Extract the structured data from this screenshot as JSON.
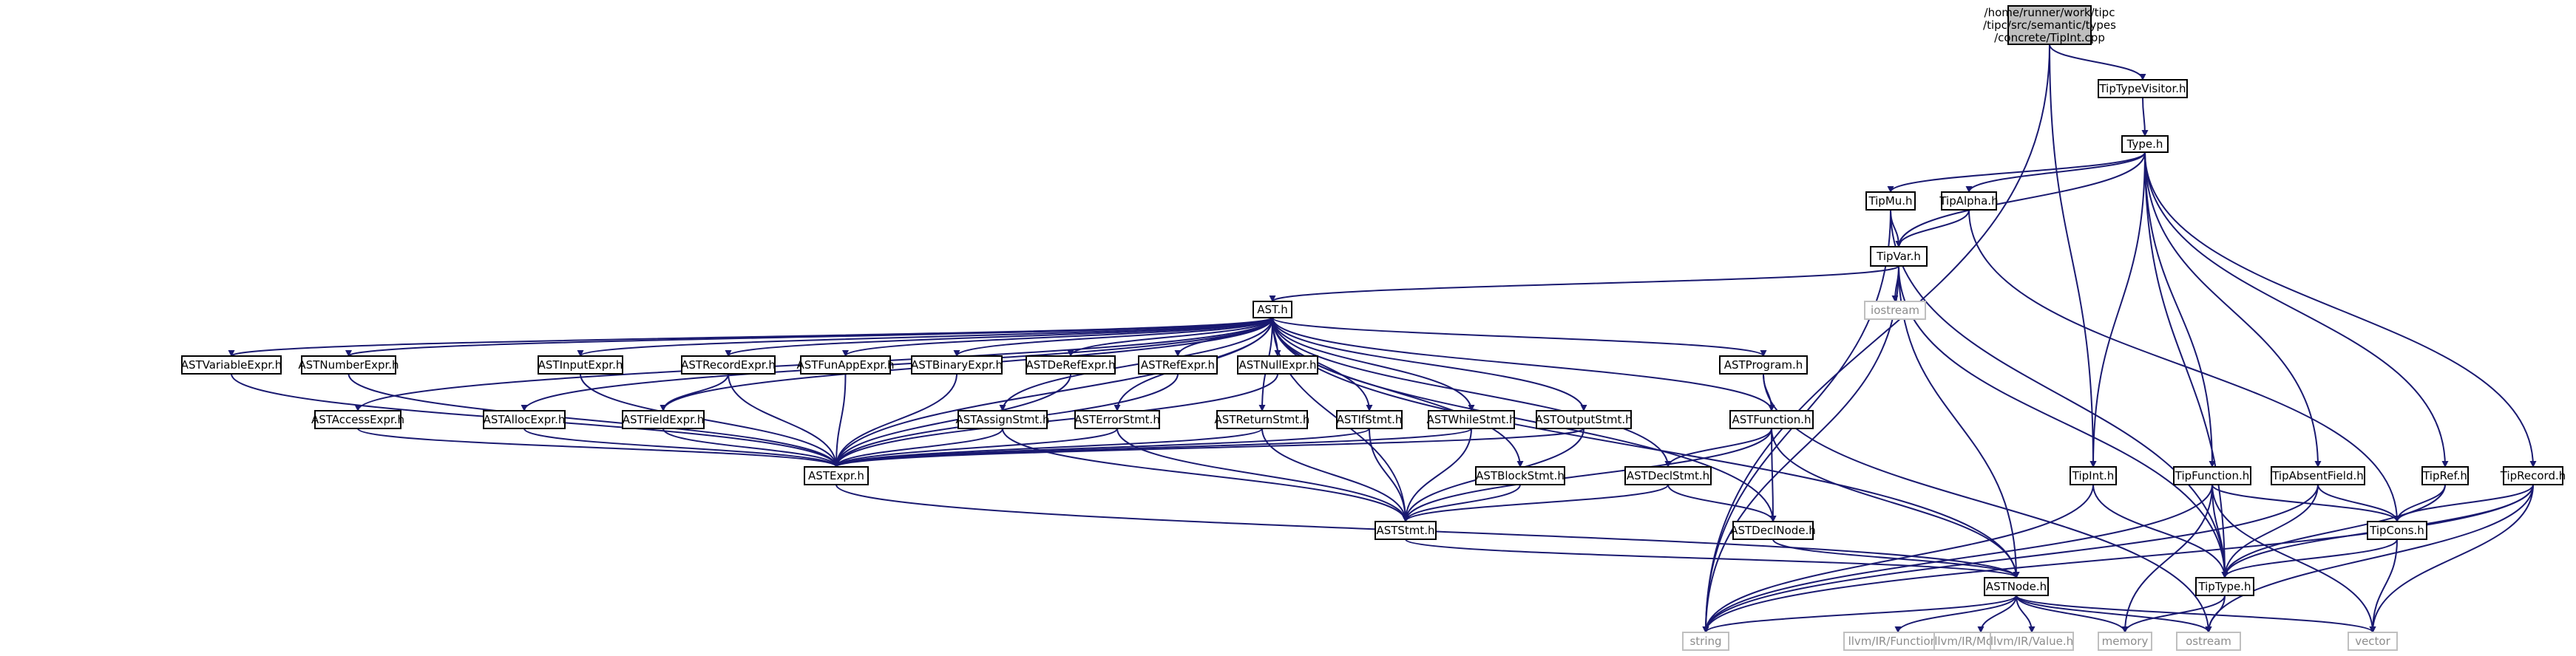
{
  "colors": {
    "root_fill": "#bfbfbf",
    "node_fill": "#ffffff",
    "node_stroke": "#000000",
    "system_stroke": "#bfbfbf",
    "system_text": "#8c8c8c",
    "edge": "#191970",
    "text": "#000000"
  },
  "nodes": [
    {
      "id": "root",
      "kind": "root",
      "lines": [
        "/home/runner/work/tipc",
        "/tipc/src/semantic/types",
        "/concrete/TipInt.cpp"
      ]
    },
    {
      "id": "TipTypeVisitor",
      "kind": "header",
      "lines": [
        "TipTypeVisitor.h"
      ]
    },
    {
      "id": "Type",
      "kind": "header",
      "lines": [
        "Type.h"
      ]
    },
    {
      "id": "TipMu",
      "kind": "header",
      "lines": [
        "TipMu.h"
      ]
    },
    {
      "id": "TipAlpha",
      "kind": "header",
      "lines": [
        "TipAlpha.h"
      ]
    },
    {
      "id": "TipVar",
      "kind": "header",
      "lines": [
        "TipVar.h"
      ]
    },
    {
      "id": "iostream",
      "kind": "system",
      "lines": [
        "iostream"
      ]
    },
    {
      "id": "AST",
      "kind": "header",
      "lines": [
        "AST.h"
      ]
    },
    {
      "id": "ASTVariableExpr",
      "kind": "header",
      "lines": [
        "ASTVariableExpr.h"
      ]
    },
    {
      "id": "ASTNumberExpr",
      "kind": "header",
      "lines": [
        "ASTNumberExpr.h"
      ]
    },
    {
      "id": "ASTInputExpr",
      "kind": "header",
      "lines": [
        "ASTInputExpr.h"
      ]
    },
    {
      "id": "ASTRecordExpr",
      "kind": "header",
      "lines": [
        "ASTRecordExpr.h"
      ]
    },
    {
      "id": "ASTFunAppExpr",
      "kind": "header",
      "lines": [
        "ASTFunAppExpr.h"
      ]
    },
    {
      "id": "ASTBinaryExpr",
      "kind": "header",
      "lines": [
        "ASTBinaryExpr.h"
      ]
    },
    {
      "id": "ASTDeRefExpr",
      "kind": "header",
      "lines": [
        "ASTDeRefExpr.h"
      ]
    },
    {
      "id": "ASTRefExpr",
      "kind": "header",
      "lines": [
        "ASTRefExpr.h"
      ]
    },
    {
      "id": "ASTNullExpr",
      "kind": "header",
      "lines": [
        "ASTNullExpr.h"
      ]
    },
    {
      "id": "ASTProgram",
      "kind": "header",
      "lines": [
        "ASTProgram.h"
      ]
    },
    {
      "id": "ASTAccessExpr",
      "kind": "header",
      "lines": [
        "ASTAccessExpr.h"
      ]
    },
    {
      "id": "ASTAllocExpr",
      "kind": "header",
      "lines": [
        "ASTAllocExpr.h"
      ]
    },
    {
      "id": "ASTFieldExpr",
      "kind": "header",
      "lines": [
        "ASTFieldExpr.h"
      ]
    },
    {
      "id": "ASTAssignStmt",
      "kind": "header",
      "lines": [
        "ASTAssignStmt.h"
      ]
    },
    {
      "id": "ASTErrorStmt",
      "kind": "header",
      "lines": [
        "ASTErrorStmt.h"
      ]
    },
    {
      "id": "ASTReturnStmt",
      "kind": "header",
      "lines": [
        "ASTReturnStmt.h"
      ]
    },
    {
      "id": "ASTIfStmt",
      "kind": "header",
      "lines": [
        "ASTIfStmt.h"
      ]
    },
    {
      "id": "ASTWhileStmt",
      "kind": "header",
      "lines": [
        "ASTWhileStmt.h"
      ]
    },
    {
      "id": "ASTOutputStmt",
      "kind": "header",
      "lines": [
        "ASTOutputStmt.h"
      ]
    },
    {
      "id": "ASTFunction",
      "kind": "header",
      "lines": [
        "ASTFunction.h"
      ]
    },
    {
      "id": "ASTBlockStmt",
      "kind": "header",
      "lines": [
        "ASTBlockStmt.h"
      ]
    },
    {
      "id": "ASTDeclStmt",
      "kind": "header",
      "lines": [
        "ASTDeclStmt.h"
      ]
    },
    {
      "id": "ASTExpr",
      "kind": "header",
      "lines": [
        "ASTExpr.h"
      ]
    },
    {
      "id": "ASTStmt",
      "kind": "header",
      "lines": [
        "ASTStmt.h"
      ]
    },
    {
      "id": "ASTDeclNode",
      "kind": "header",
      "lines": [
        "ASTDeclNode.h"
      ]
    },
    {
      "id": "ASTNode",
      "kind": "header",
      "lines": [
        "ASTNode.h"
      ]
    },
    {
      "id": "TipInt",
      "kind": "header",
      "lines": [
        "TipInt.h"
      ]
    },
    {
      "id": "TipFunction",
      "kind": "header",
      "lines": [
        "TipFunction.h"
      ]
    },
    {
      "id": "TipAbsentField",
      "kind": "header",
      "lines": [
        "TipAbsentField.h"
      ]
    },
    {
      "id": "TipRef",
      "kind": "header",
      "lines": [
        "TipRef.h"
      ]
    },
    {
      "id": "TipRecord",
      "kind": "header",
      "lines": [
        "TipRecord.h"
      ]
    },
    {
      "id": "TipCons",
      "kind": "header",
      "lines": [
        "TipCons.h"
      ]
    },
    {
      "id": "TipType",
      "kind": "header",
      "lines": [
        "TipType.h"
      ]
    },
    {
      "id": "string",
      "kind": "system",
      "lines": [
        "string"
      ]
    },
    {
      "id": "llvmFunction",
      "kind": "system",
      "lines": [
        "llvm/IR/Function.h"
      ]
    },
    {
      "id": "llvmModule",
      "kind": "system",
      "lines": [
        "llvm/IR/Module.h"
      ]
    },
    {
      "id": "llvmValue",
      "kind": "system",
      "lines": [
        "llvm/IR/Value.h"
      ]
    },
    {
      "id": "memory",
      "kind": "system",
      "lines": [
        "memory"
      ]
    },
    {
      "id": "ostream",
      "kind": "system",
      "lines": [
        "ostream"
      ]
    },
    {
      "id": "vector",
      "kind": "system",
      "lines": [
        "vector"
      ]
    }
  ],
  "edges": [
    [
      "root",
      "TipTypeVisitor"
    ],
    [
      "root",
      "TipInt"
    ],
    [
      "root",
      "string"
    ],
    [
      "TipTypeVisitor",
      "Type"
    ],
    [
      "Type",
      "TipMu"
    ],
    [
      "Type",
      "TipAlpha"
    ],
    [
      "Type",
      "TipVar"
    ],
    [
      "Type",
      "TipInt"
    ],
    [
      "Type",
      "TipType"
    ],
    [
      "Type",
      "TipFunction"
    ],
    [
      "Type",
      "TipAbsentField"
    ],
    [
      "Type",
      "TipRef"
    ],
    [
      "Type",
      "TipRecord"
    ],
    [
      "TipMu",
      "TipVar"
    ],
    [
      "TipMu",
      "TipType"
    ],
    [
      "TipMu",
      "string"
    ],
    [
      "TipAlpha",
      "TipVar"
    ],
    [
      "TipAlpha",
      "TipCons"
    ],
    [
      "TipVar",
      "AST"
    ],
    [
      "TipVar",
      "iostream"
    ],
    [
      "TipVar",
      "ASTNode"
    ],
    [
      "TipVar",
      "TipType"
    ],
    [
      "TipVar",
      "string"
    ],
    [
      "AST",
      "ASTVariableExpr"
    ],
    [
      "AST",
      "ASTNumberExpr"
    ],
    [
      "AST",
      "ASTInputExpr"
    ],
    [
      "AST",
      "ASTRecordExpr"
    ],
    [
      "AST",
      "ASTFunAppExpr"
    ],
    [
      "AST",
      "ASTBinaryExpr"
    ],
    [
      "AST",
      "ASTDeRefExpr"
    ],
    [
      "AST",
      "ASTRefExpr"
    ],
    [
      "AST",
      "ASTNullExpr"
    ],
    [
      "AST",
      "ASTProgram"
    ],
    [
      "AST",
      "ASTAccessExpr"
    ],
    [
      "AST",
      "ASTAllocExpr"
    ],
    [
      "AST",
      "ASTFieldExpr"
    ],
    [
      "AST",
      "ASTAssignStmt"
    ],
    [
      "AST",
      "ASTErrorStmt"
    ],
    [
      "AST",
      "ASTReturnStmt"
    ],
    [
      "AST",
      "ASTIfStmt"
    ],
    [
      "AST",
      "ASTWhileStmt"
    ],
    [
      "AST",
      "ASTOutputStmt"
    ],
    [
      "AST",
      "ASTFunction"
    ],
    [
      "AST",
      "ASTBlockStmt"
    ],
    [
      "AST",
      "ASTDeclStmt"
    ],
    [
      "AST",
      "ASTExpr"
    ],
    [
      "AST",
      "ASTStmt"
    ],
    [
      "AST",
      "ASTDeclNode"
    ],
    [
      "AST",
      "ASTNode"
    ],
    [
      "ASTVariableExpr",
      "ASTExpr"
    ],
    [
      "ASTNumberExpr",
      "ASTExpr"
    ],
    [
      "ASTInputExpr",
      "ASTExpr"
    ],
    [
      "ASTRecordExpr",
      "ASTFieldExpr"
    ],
    [
      "ASTRecordExpr",
      "ASTExpr"
    ],
    [
      "ASTFunAppExpr",
      "ASTExpr"
    ],
    [
      "ASTBinaryExpr",
      "ASTExpr"
    ],
    [
      "ASTDeRefExpr",
      "ASTExpr"
    ],
    [
      "ASTRefExpr",
      "ASTExpr"
    ],
    [
      "ASTNullExpr",
      "ASTExpr"
    ],
    [
      "ASTAccessExpr",
      "ASTExpr"
    ],
    [
      "ASTAllocExpr",
      "ASTExpr"
    ],
    [
      "ASTFieldExpr",
      "ASTExpr"
    ],
    [
      "ASTAssignStmt",
      "ASTExpr"
    ],
    [
      "ASTAssignStmt",
      "ASTStmt"
    ],
    [
      "ASTErrorStmt",
      "ASTExpr"
    ],
    [
      "ASTErrorStmt",
      "ASTStmt"
    ],
    [
      "ASTReturnStmt",
      "ASTExpr"
    ],
    [
      "ASTReturnStmt",
      "ASTStmt"
    ],
    [
      "ASTIfStmt",
      "ASTExpr"
    ],
    [
      "ASTIfStmt",
      "ASTStmt"
    ],
    [
      "ASTWhileStmt",
      "ASTExpr"
    ],
    [
      "ASTWhileStmt",
      "ASTStmt"
    ],
    [
      "ASTOutputStmt",
      "ASTExpr"
    ],
    [
      "ASTOutputStmt",
      "ASTStmt"
    ],
    [
      "ASTProgram",
      "ASTFunction"
    ],
    [
      "ASTProgram",
      "ostream"
    ],
    [
      "ASTFunction",
      "ASTDeclStmt"
    ],
    [
      "ASTFunction",
      "ASTDeclNode"
    ],
    [
      "ASTFunction",
      "ASTStmt"
    ],
    [
      "ASTFunction",
      "ASTNode"
    ],
    [
      "ASTBlockStmt",
      "ASTStmt"
    ],
    [
      "ASTDeclStmt",
      "ASTDeclNode"
    ],
    [
      "ASTDeclStmt",
      "ASTStmt"
    ],
    [
      "ASTExpr",
      "ASTNode"
    ],
    [
      "ASTStmt",
      "ASTNode"
    ],
    [
      "ASTDeclNode",
      "ASTNode"
    ],
    [
      "ASTNode",
      "string"
    ],
    [
      "ASTNode",
      "llvmFunction"
    ],
    [
      "ASTNode",
      "llvmModule"
    ],
    [
      "ASTNode",
      "llvmValue"
    ],
    [
      "ASTNode",
      "memory"
    ],
    [
      "ASTNode",
      "ostream"
    ],
    [
      "ASTNode",
      "vector"
    ],
    [
      "TipInt",
      "TipType"
    ],
    [
      "TipInt",
      "string"
    ],
    [
      "TipFunction",
      "TipCons"
    ],
    [
      "TipFunction",
      "TipType"
    ],
    [
      "TipFunction",
      "string"
    ],
    [
      "TipFunction",
      "memory"
    ],
    [
      "TipFunction",
      "vector"
    ],
    [
      "TipAbsentField",
      "TipCons"
    ],
    [
      "TipAbsentField",
      "TipType"
    ],
    [
      "TipAbsentField",
      "string"
    ],
    [
      "TipRef",
      "TipCons"
    ],
    [
      "TipRef",
      "TipType"
    ],
    [
      "TipRecord",
      "TipCons"
    ],
    [
      "TipRecord",
      "TipType"
    ],
    [
      "TipRecord",
      "string"
    ],
    [
      "TipRecord",
      "ostream"
    ],
    [
      "TipRecord",
      "vector"
    ],
    [
      "TipCons",
      "TipType"
    ],
    [
      "TipCons",
      "vector"
    ],
    [
      "TipType",
      "memory"
    ],
    [
      "TipType",
      "ostream"
    ]
  ]
}
